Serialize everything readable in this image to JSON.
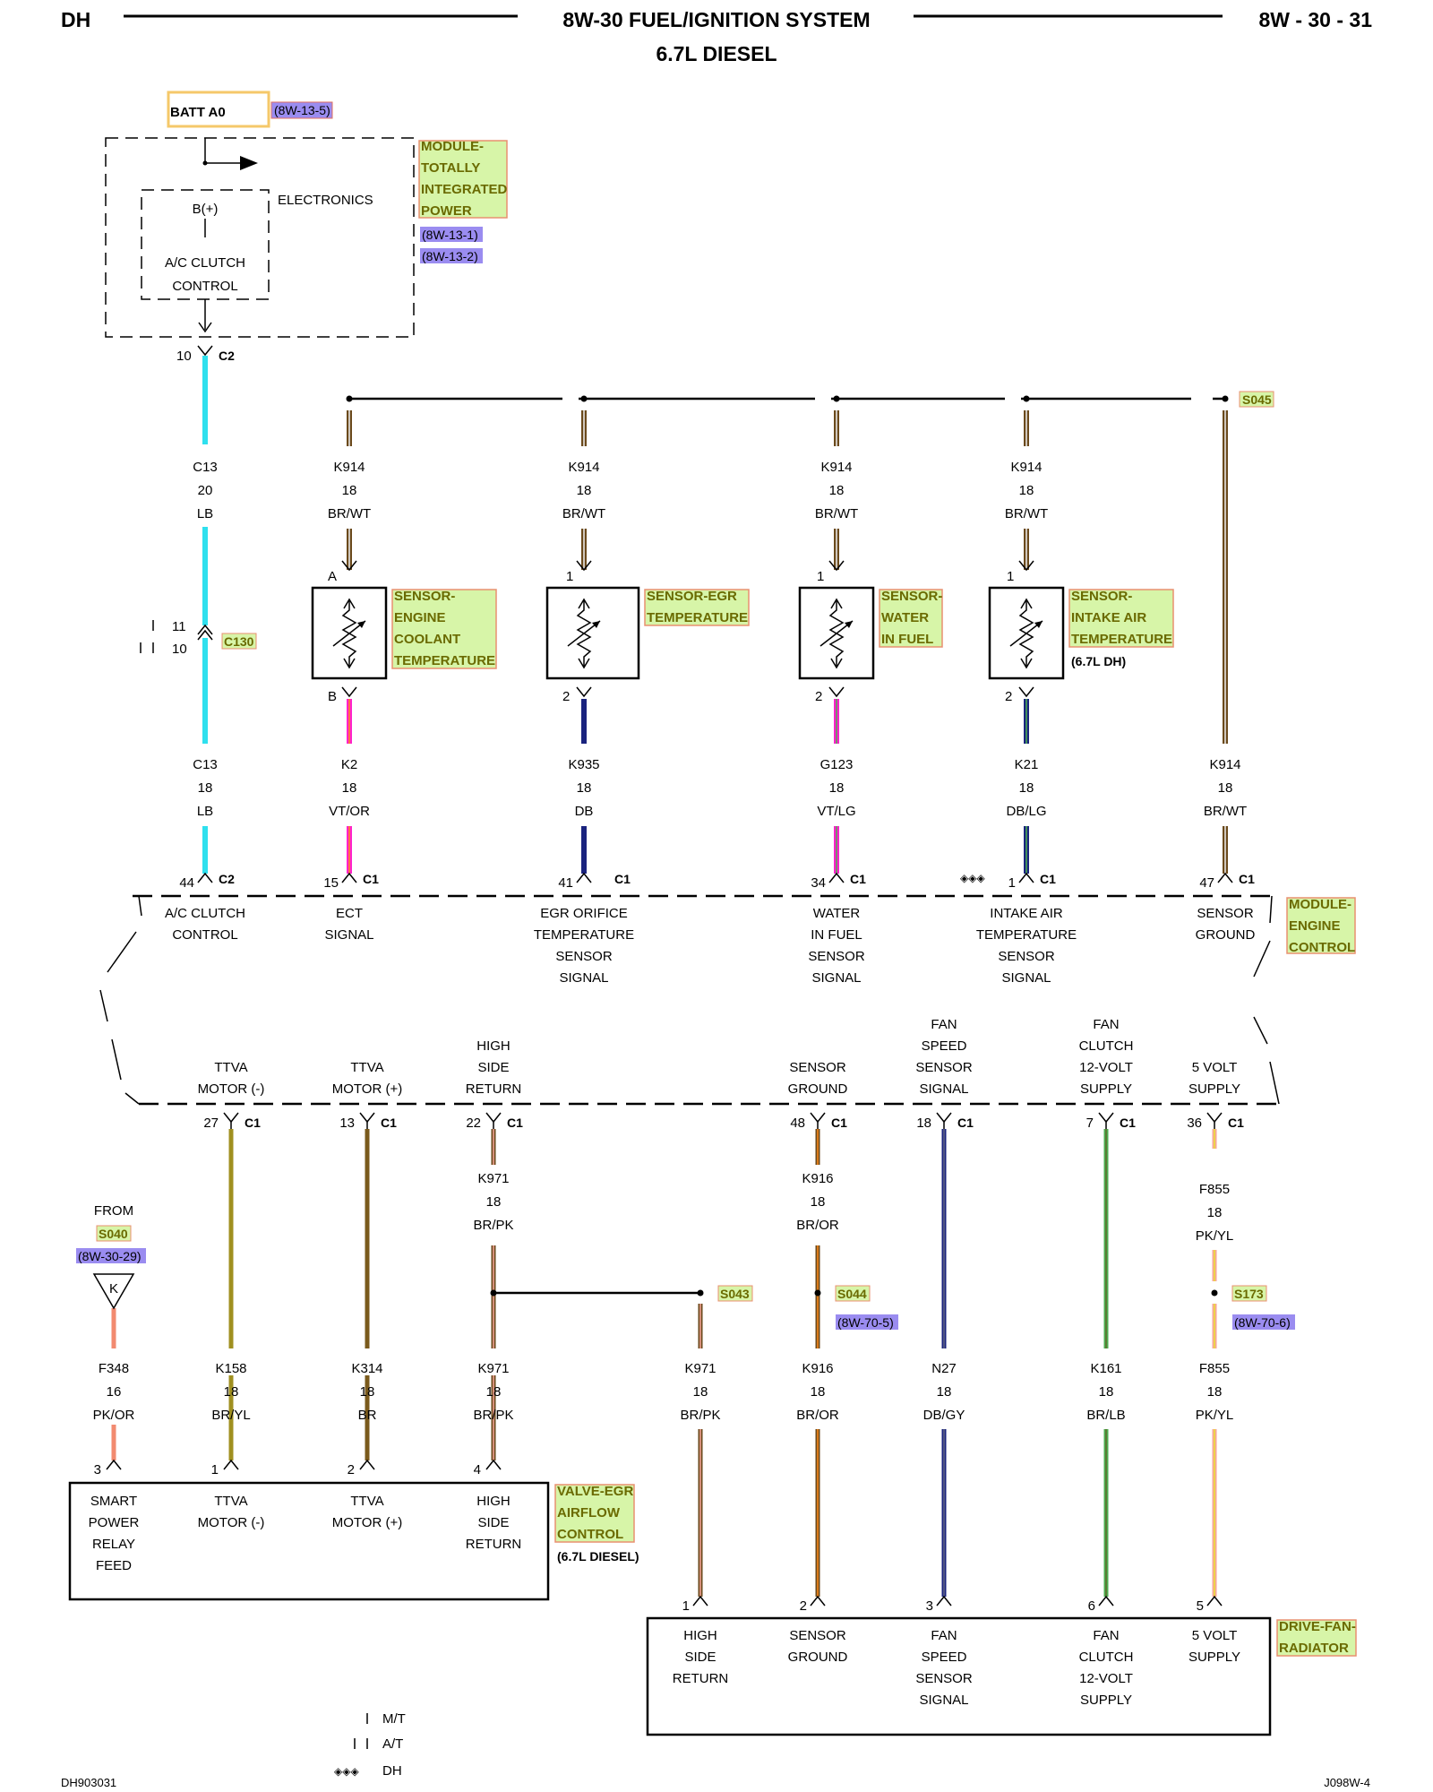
{
  "header": {
    "left": "DH",
    "title": "8W-30 FUEL/IGNITION SYSTEM",
    "subtitle": "6.7L DIESEL",
    "page": "8W - 30 - 31"
  },
  "footer": {
    "left": "DH903031",
    "right": "J098W-4"
  },
  "batt": {
    "label": "BATT A0",
    "ref": "(8W-13-5)"
  },
  "tipm": {
    "name_lines": [
      "MODULE-",
      "TOTALLY",
      "INTEGRATED",
      "POWER"
    ],
    "refs": [
      "(8W-13-1)",
      "(8W-13-2)"
    ],
    "electronics": "ELECTRONICS",
    "bplus": "B(+)",
    "acc_lines": [
      "A/C CLUTCH",
      "CONTROL"
    ],
    "pin": "10",
    "conn": "C2"
  },
  "splices": {
    "s045": "S045",
    "s043": "S043",
    "s044": "S044",
    "s173": "S173",
    "s040": "S040",
    "s044_ref": "(8W-70-5)",
    "s173_ref": "(8W-70-6)",
    "s040_ref": "(8W-30-29)",
    "from": "FROM",
    "k_symbol": "K"
  },
  "upper_wires": {
    "c13a": [
      "C13",
      "20",
      "LB"
    ],
    "k914": [
      "K914",
      "18",
      "BR/WT"
    ]
  },
  "lower_wires": {
    "c13b": [
      "C13",
      "18",
      "LB"
    ],
    "k2": [
      "K2",
      "18",
      "VT/OR"
    ],
    "k935": [
      "K935",
      "18",
      "DB"
    ],
    "g123": [
      "G123",
      "18",
      "VT/LG"
    ],
    "k21": [
      "K21",
      "18",
      "DB/LG"
    ],
    "k914b": [
      "K914",
      "18",
      "BR/WT"
    ]
  },
  "c130": {
    "pin_top": "11",
    "pin_bottom": "10",
    "label": "C130"
  },
  "sensors": {
    "ect": {
      "name_lines": [
        "SENSOR-",
        "ENGINE",
        "COOLANT",
        "TEMPERATURE"
      ],
      "pin_top": "A",
      "pin_bottom": "B"
    },
    "egr": {
      "name_lines": [
        "SENSOR-EGR",
        "TEMPERATURE"
      ],
      "pin_top": "1",
      "pin_bottom": "2"
    },
    "wif": {
      "name_lines": [
        "SENSOR-",
        "WATER",
        "IN FUEL"
      ],
      "pin_top": "1",
      "pin_bottom": "2"
    },
    "iat": {
      "name_lines": [
        "SENSOR-",
        "INTAKE AIR",
        "TEMPERATURE"
      ],
      "note": "(6.7L DH)",
      "pin_top": "1",
      "pin_bottom": "2"
    }
  },
  "ecm": {
    "name_lines": [
      "MODULE-",
      "ENGINE",
      "CONTROL"
    ],
    "top_pins": [
      {
        "pin": "44",
        "conn": "C2",
        "label_lines": [
          "A/C CLUTCH",
          "CONTROL"
        ]
      },
      {
        "pin": "15",
        "conn": "C1",
        "label_lines": [
          "ECT",
          "SIGNAL"
        ]
      },
      {
        "pin": "41",
        "conn": "C1",
        "label_lines": [
          "EGR ORIFICE",
          "TEMPERATURE",
          "SENSOR",
          "SIGNAL"
        ]
      },
      {
        "pin": "34",
        "conn": "C1",
        "label_lines": [
          "WATER",
          "IN FUEL",
          "SENSOR",
          "SIGNAL"
        ]
      },
      {
        "pin": "1",
        "conn": "C1",
        "label_lines": [
          "INTAKE AIR",
          "TEMPERATURE",
          "SENSOR",
          "SIGNAL"
        ]
      },
      {
        "pin": "47",
        "conn": "C1",
        "label_lines": [
          "SENSOR",
          "GROUND"
        ]
      }
    ],
    "bottom_pins": [
      {
        "pin": "27",
        "conn": "C1",
        "label_lines": [
          "TTVA",
          "MOTOR (-)"
        ]
      },
      {
        "pin": "13",
        "conn": "C1",
        "label_lines": [
          "TTVA",
          "MOTOR (+)"
        ]
      },
      {
        "pin": "22",
        "conn": "C1",
        "label_lines": [
          "HIGH",
          "SIDE",
          "RETURN"
        ]
      },
      {
        "pin": "48",
        "conn": "C1",
        "label_lines": [
          "SENSOR",
          "GROUND"
        ]
      },
      {
        "pin": "18",
        "conn": "C1",
        "label_lines": [
          "FAN",
          "SPEED",
          "SENSOR",
          "SIGNAL"
        ]
      },
      {
        "pin": "7",
        "conn": "C1",
        "label_lines": [
          "FAN",
          "CLUTCH",
          "12-VOLT",
          "SUPPLY"
        ]
      },
      {
        "pin": "36",
        "conn": "C1",
        "label_lines": [
          "5 VOLT",
          "SUPPLY"
        ]
      }
    ]
  },
  "bottom_wires": {
    "k971a": [
      "K971",
      "18",
      "BR/PK"
    ],
    "k916a": [
      "K916",
      "18",
      "BR/OR"
    ],
    "f855a": [
      "F855",
      "18",
      "PK/YL"
    ],
    "f348": [
      "F348",
      "16",
      "PK/OR"
    ],
    "k158": [
      "K158",
      "18",
      "BR/YL"
    ],
    "k314": [
      "K314",
      "18",
      "BR"
    ],
    "k971b": [
      "K971",
      "18",
      "BR/PK"
    ],
    "k971c": [
      "K971",
      "18",
      "BR/PK"
    ],
    "k916b": [
      "K916",
      "18",
      "BR/OR"
    ],
    "n27": [
      "N27",
      "18",
      "DB/GY"
    ],
    "k161": [
      "K161",
      "18",
      "BR/LB"
    ],
    "f855b": [
      "F855",
      "18",
      "PK/YL"
    ]
  },
  "valve": {
    "name_lines": [
      "VALVE-EGR",
      "AIRFLOW",
      "CONTROL"
    ],
    "note": "(6.7L DIESEL)",
    "pins": [
      {
        "pin": "3",
        "label_lines": [
          "SMART",
          "POWER",
          "RELAY",
          "FEED"
        ]
      },
      {
        "pin": "1",
        "label_lines": [
          "TTVA",
          "MOTOR (-)"
        ]
      },
      {
        "pin": "2",
        "label_lines": [
          "TTVA",
          "MOTOR (+)"
        ]
      },
      {
        "pin": "4",
        "label_lines": [
          "HIGH",
          "SIDE",
          "RETURN"
        ]
      }
    ]
  },
  "fan": {
    "name_lines": [
      "DRIVE-FAN-",
      "RADIATOR"
    ],
    "pins": [
      {
        "pin": "1",
        "label_lines": [
          "HIGH",
          "SIDE",
          "RETURN"
        ]
      },
      {
        "pin": "2",
        "label_lines": [
          "SENSOR",
          "GROUND"
        ]
      },
      {
        "pin": "3",
        "label_lines": [
          "FAN",
          "SPEED",
          "SENSOR",
          "SIGNAL"
        ]
      },
      {
        "pin": "6",
        "label_lines": [
          "FAN",
          "CLUTCH",
          "12-VOLT",
          "SUPPLY"
        ]
      },
      {
        "pin": "5",
        "label_lines": [
          "5 VOLT",
          "SUPPLY"
        ]
      }
    ]
  },
  "legend": {
    "mt": "M/T",
    "at": "A/T",
    "dh": "DH"
  },
  "colors": {
    "lb": "#2fe0ee",
    "br": "#6b4a1c",
    "wt": "#f0f0f0",
    "vt": "#ff22cc",
    "or": "#ff8a1a",
    "db": "#1a237e",
    "lg": "#4caf50",
    "pk": "#f7a69a",
    "yl": "#e8e030",
    "gy": "#8a8a8a",
    "label_fill": "#d7f5a8",
    "label_stroke": "#e89070",
    "ref_fill": "#9a8cf0",
    "batt_stroke": "#f5c86a"
  }
}
